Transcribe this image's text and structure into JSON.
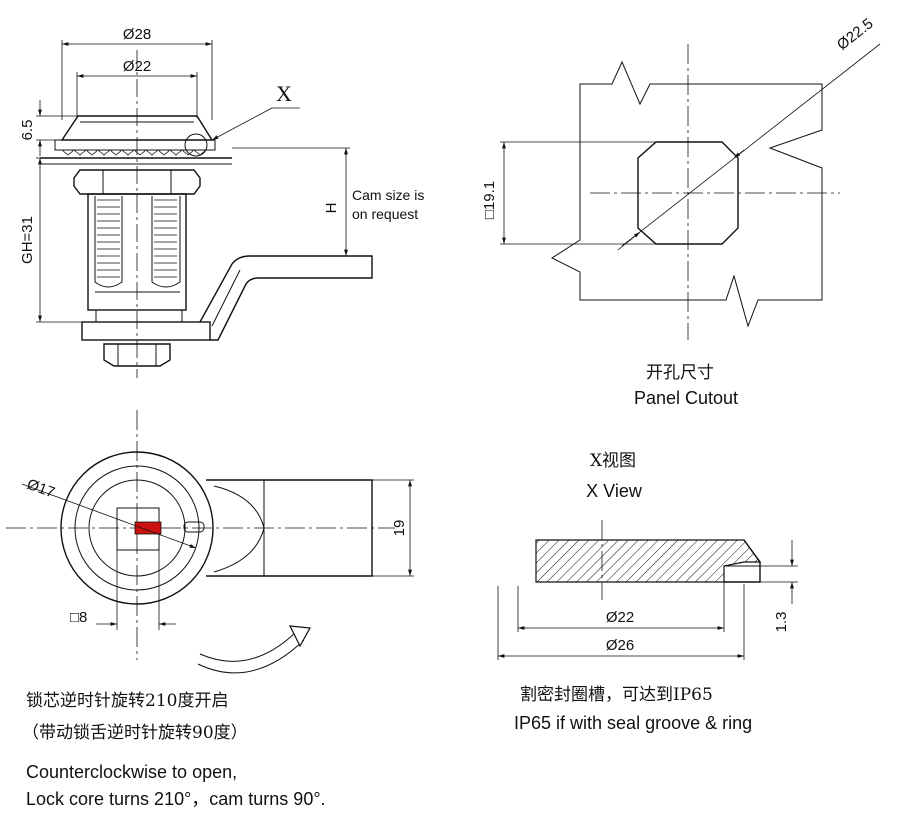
{
  "side_view": {
    "dia_outer": "Ø28",
    "dia_inner": "Ø22",
    "height_cap": "6.5",
    "grip_height": "GH=31",
    "cam_h": "H",
    "cam_note_1": "Cam size is",
    "cam_note_2": "on request",
    "detail_marker": "X"
  },
  "panel_cutout": {
    "diagonal": "Ø22.5",
    "square": "□19.1",
    "title_cn": "开孔尺寸",
    "title_en": "Panel Cutout"
  },
  "front_view": {
    "dia": "Ø17",
    "width": "19",
    "square_key": "□8",
    "note_cn_1": "锁芯逆时针旋转210度开启",
    "note_cn_2": "（带动锁舌逆时针旋转90度）",
    "note_en_1": "Counterclockwise to open,",
    "note_en_2": "Lock core turns 210°，cam turns 90°."
  },
  "x_view": {
    "title_cn": "X视图",
    "title_en": "X View",
    "dia_inner": "Ø22",
    "dia_outer": "Ø26",
    "depth": "1.3",
    "note_cn": "割密封圈槽，可达到IP65",
    "note_en": "IP65 if with seal groove & ring"
  },
  "colors": {
    "line": "#111111",
    "key_red": "#cc1111"
  }
}
